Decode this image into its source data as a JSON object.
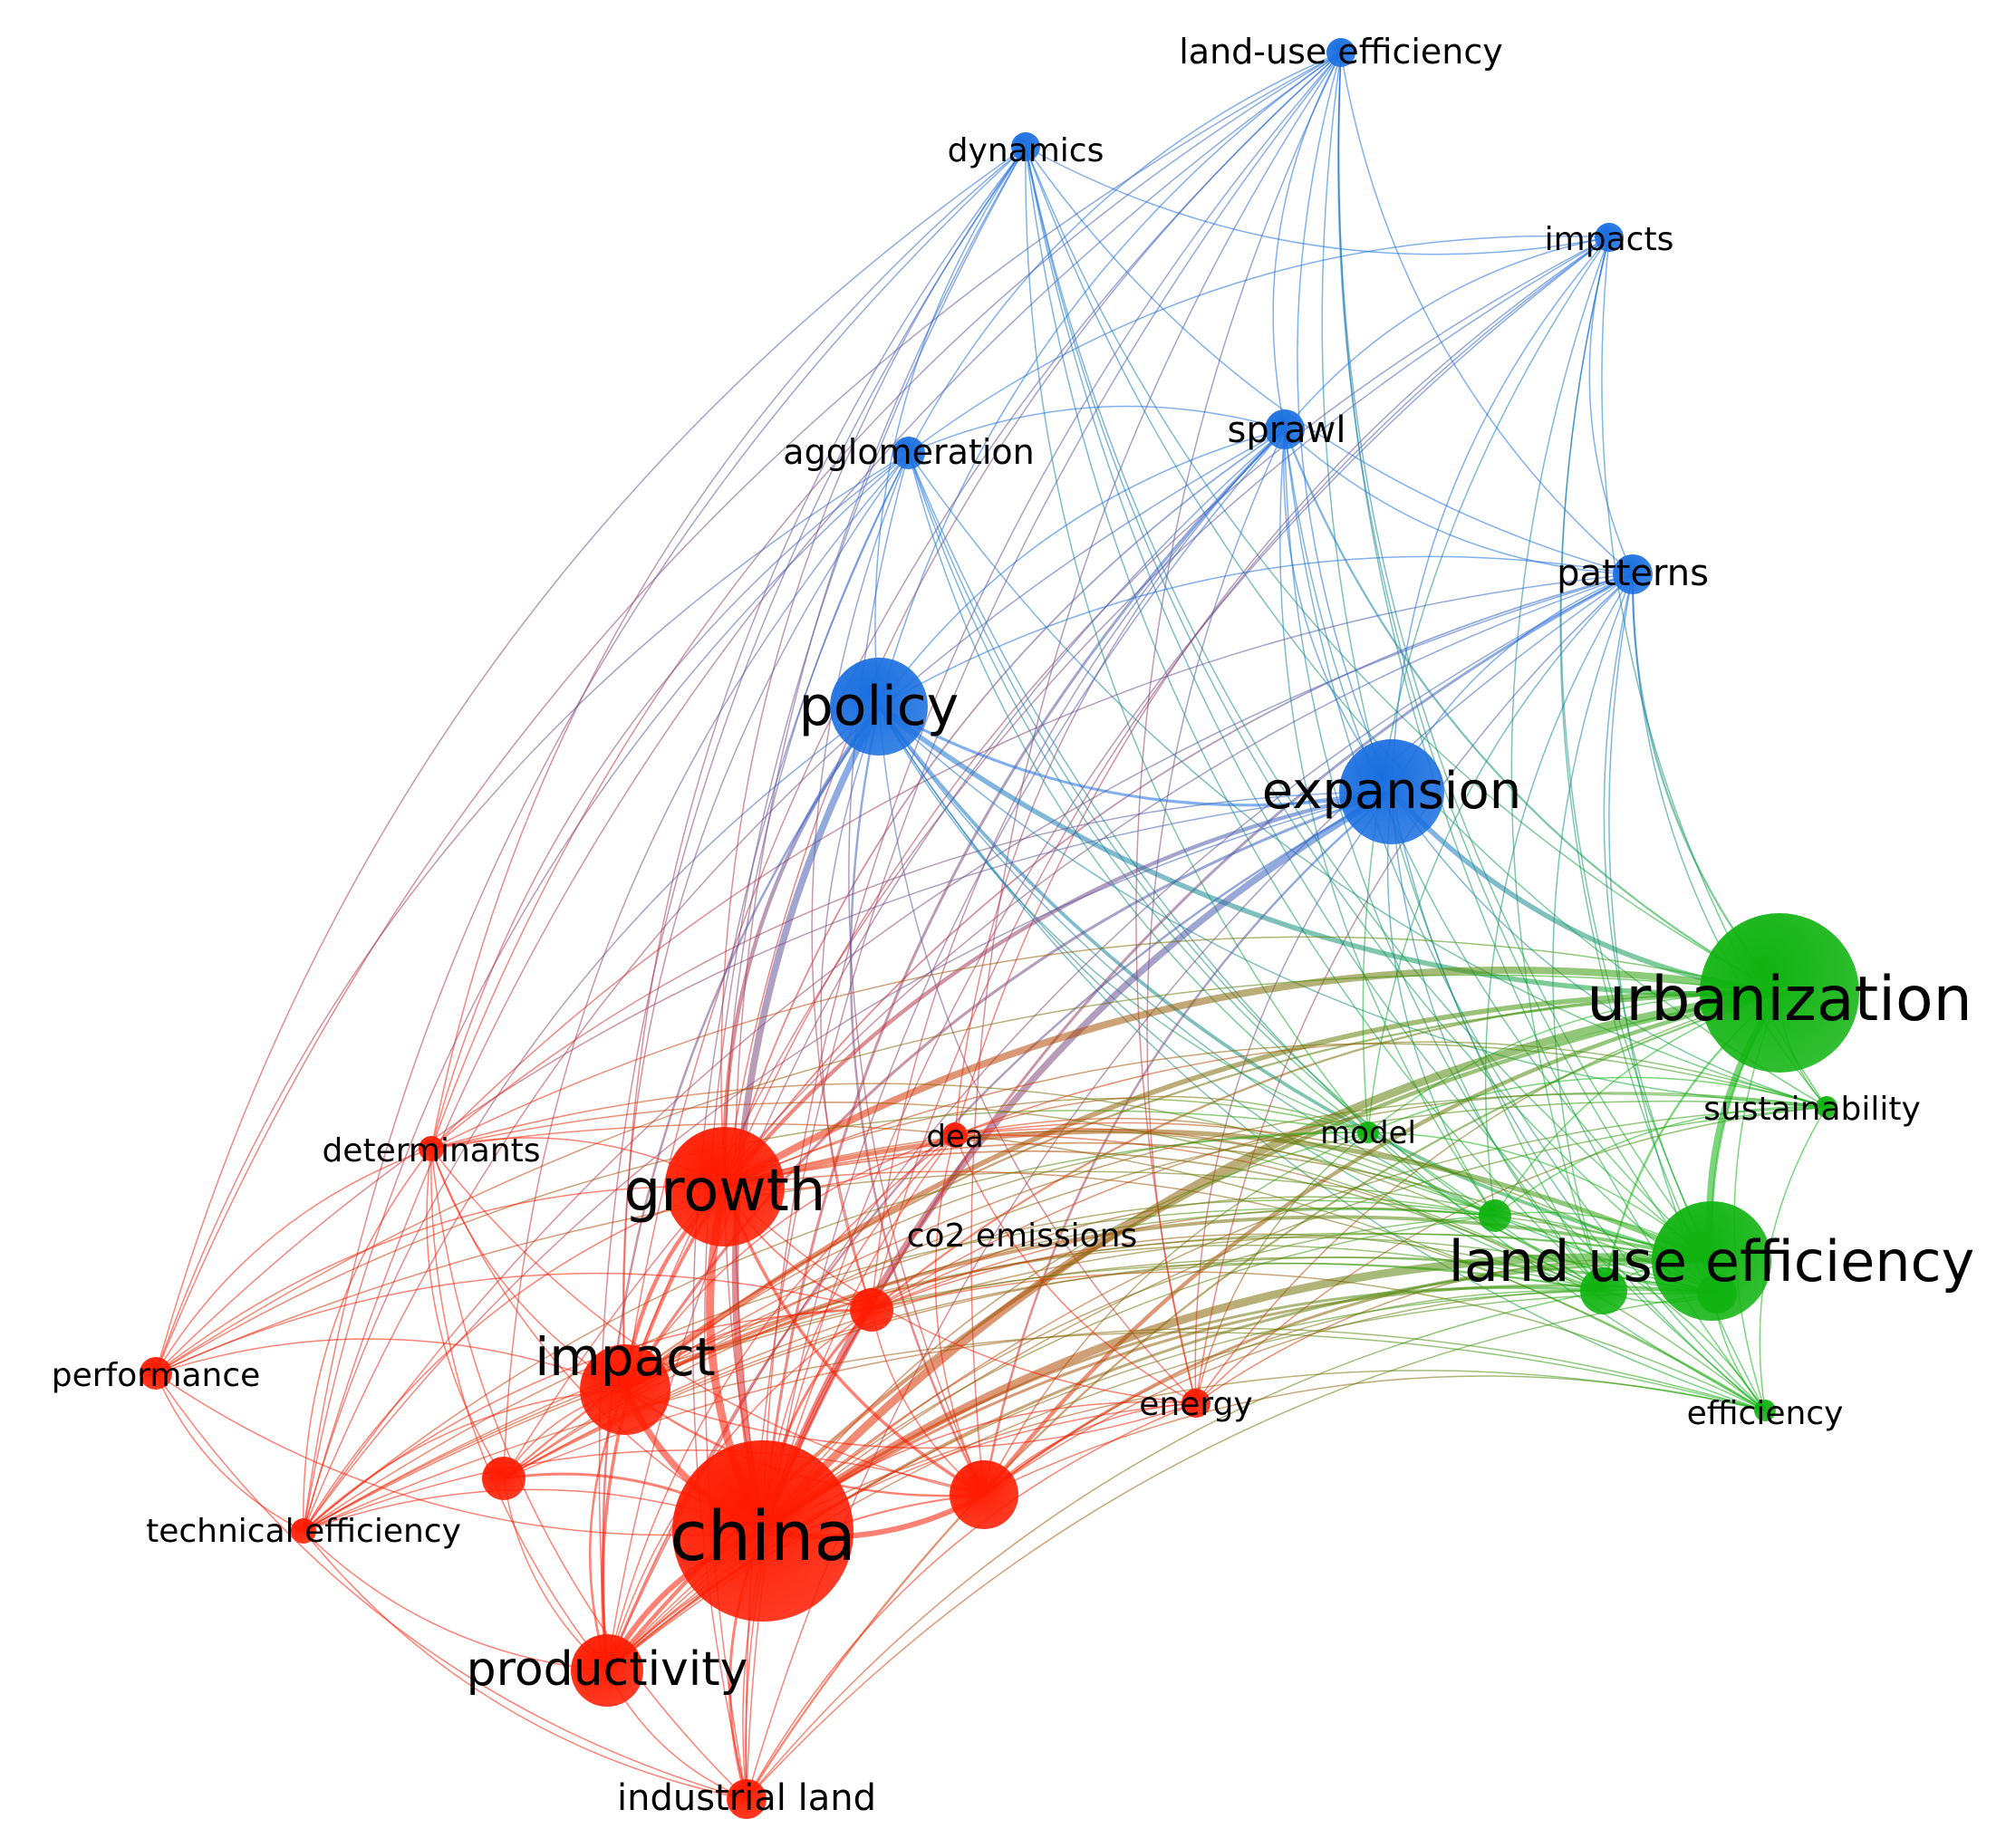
{
  "colors": {
    "cluster_red": "#ff1a00",
    "cluster_green": "#0fb30f",
    "cluster_blue": "#1a6fe0",
    "background": "#ffffff"
  },
  "network": {
    "nodes": [
      {
        "id": "land-use-efficiency-top",
        "label": "land-use efficiency",
        "cluster": "blue",
        "weight": 1
      },
      {
        "id": "dynamics",
        "label": "dynamics",
        "cluster": "blue",
        "weight": 1
      },
      {
        "id": "impacts",
        "label": "impacts",
        "cluster": "blue",
        "weight": 1
      },
      {
        "id": "sprawl",
        "label": "sprawl",
        "cluster": "blue",
        "weight": 2
      },
      {
        "id": "agglomeration",
        "label": "agglomeration",
        "cluster": "blue",
        "weight": 1
      },
      {
        "id": "patterns",
        "label": "patterns",
        "cluster": "blue",
        "weight": 2
      },
      {
        "id": "policy",
        "label": "policy",
        "cluster": "blue",
        "weight": 5
      },
      {
        "id": "expansion",
        "label": "expansion",
        "cluster": "blue",
        "weight": 5
      },
      {
        "id": "urbanization",
        "label": "urbanization",
        "cluster": "green",
        "weight": 9
      },
      {
        "id": "sustainability",
        "label": "sustainability",
        "cluster": "green",
        "weight": 1
      },
      {
        "id": "land-use-efficiency",
        "label": "land use efficiency",
        "cluster": "green",
        "weight": 6
      },
      {
        "id": "efficiency",
        "label": "efficiency",
        "cluster": "green",
        "weight": 1
      },
      {
        "id": "model",
        "label": "model",
        "cluster": "green",
        "weight": 1
      },
      {
        "id": "green-a",
        "label": "",
        "cluster": "green",
        "weight": 1
      },
      {
        "id": "green-b",
        "label": "",
        "cluster": "green",
        "weight": 2
      },
      {
        "id": "green-c",
        "label": "",
        "cluster": "green",
        "weight": 2
      },
      {
        "id": "growth",
        "label": "growth",
        "cluster": "red",
        "weight": 7
      },
      {
        "id": "dea",
        "label": "dea",
        "cluster": "red",
        "weight": 1
      },
      {
        "id": "determinants",
        "label": "determinants",
        "cluster": "red",
        "weight": 1
      },
      {
        "id": "co2-emissions",
        "label": "co2 emissions",
        "cluster": "red",
        "weight": 2
      },
      {
        "id": "impact",
        "label": "impact",
        "cluster": "red",
        "weight": 5
      },
      {
        "id": "performance",
        "label": "performance",
        "cluster": "red",
        "weight": 1
      },
      {
        "id": "energy",
        "label": "energy",
        "cluster": "red",
        "weight": 1
      },
      {
        "id": "china",
        "label": "china",
        "cluster": "red",
        "weight": 12
      },
      {
        "id": "red-a",
        "label": "",
        "cluster": "red",
        "weight": 2
      },
      {
        "id": "red-b",
        "label": "",
        "cluster": "red",
        "weight": 4
      },
      {
        "id": "technical-efficiency",
        "label": "technical efficiency",
        "cluster": "red",
        "weight": 1
      },
      {
        "id": "productivity",
        "label": "productivity",
        "cluster": "red",
        "weight": 4
      },
      {
        "id": "industrial-land",
        "label": "industrial land",
        "cluster": "red",
        "weight": 2
      }
    ]
  }
}
